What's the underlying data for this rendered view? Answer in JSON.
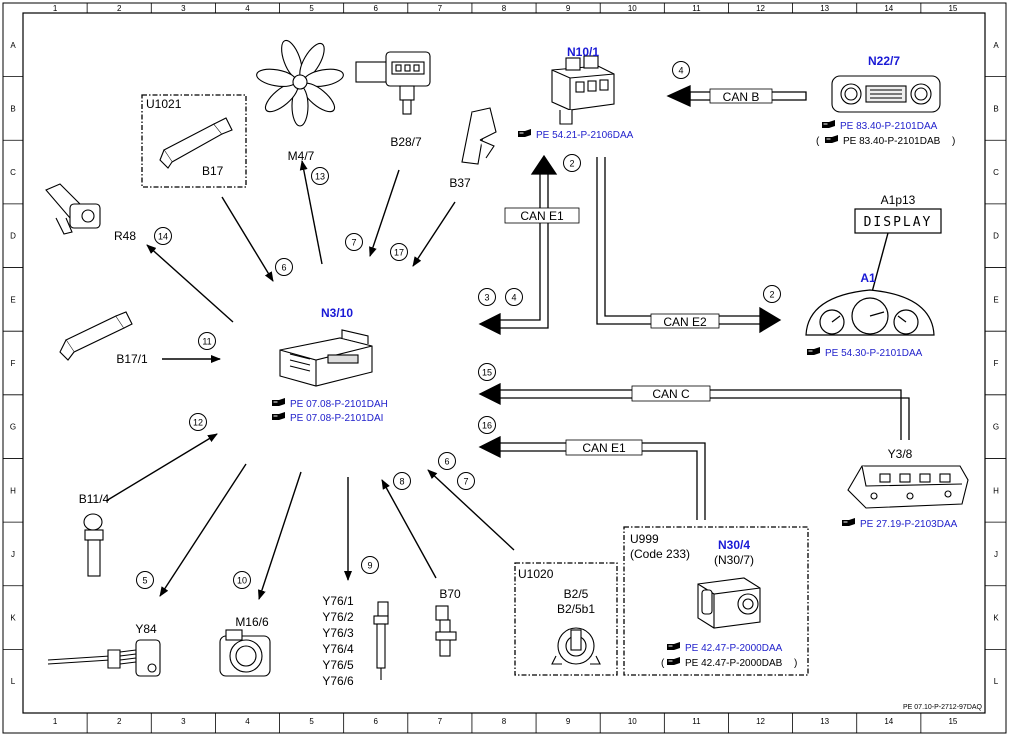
{
  "ruler": {
    "cols": [
      "1",
      "2",
      "3",
      "4",
      "5",
      "6",
      "7",
      "8",
      "9",
      "10",
      "11",
      "12",
      "13",
      "14",
      "15"
    ],
    "rows": [
      "A",
      "B",
      "C",
      "D",
      "E",
      "F",
      "G",
      "H",
      "J",
      "K",
      "L"
    ]
  },
  "footer_ref": "PE 07.10-P-2712-97DAQ",
  "icon_ref_marker": "ref-book-icon",
  "components": {
    "n3_10": {
      "label": "N3/10",
      "ref1": "PE 07.08-P-2101DAH",
      "ref2": "PE 07.08-P-2101DAI"
    },
    "n10_1": {
      "label": "N10/1",
      "ref": "PE 54.21-P-2106DAA"
    },
    "n22_7": {
      "label": "N22/7",
      "ref1": "PE 83.40-P-2101DAA",
      "ref2": "PE 83.40-P-2101DAB"
    },
    "a1": {
      "label": "A1",
      "ref": "PE 54.30-P-2101DAA"
    },
    "a1p13": {
      "label": "A1p13",
      "display": "DISPLAY"
    },
    "y3_8": {
      "label": "Y3/8",
      "ref": "PE 27.19-P-2103DAA"
    },
    "n30_4": {
      "label": "N30/4",
      "sub": "(N30/7)",
      "ref1": "PE 42.47-P-2000DAA",
      "ref2": "PE 42.47-P-2000DAB"
    },
    "u999": {
      "label": "U999",
      "code": "(Code 233)"
    },
    "u1020": {
      "label": "U1020",
      "b2_5": "B2/5",
      "b2_5b1": "B2/5b1"
    },
    "u1021": {
      "label": "U1021",
      "b17": "B17"
    },
    "m4_7": {
      "label": "M4/7"
    },
    "b28_7": {
      "label": "B28/7"
    },
    "b37": {
      "label": "B37"
    },
    "r48": {
      "label": "R48"
    },
    "b17_1": {
      "label": "B17/1"
    },
    "b11_4": {
      "label": "B11/4"
    },
    "y84": {
      "label": "Y84"
    },
    "m16_6": {
      "label": "M16/6"
    },
    "y76": {
      "labels": [
        "Y76/1",
        "Y76/2",
        "Y76/3",
        "Y76/4",
        "Y76/5",
        "Y76/6"
      ]
    },
    "b70": {
      "label": "B70"
    }
  },
  "buses": {
    "can_b": "CAN B",
    "can_e1_top": "CAN E1",
    "can_e2": "CAN E2",
    "can_c": "CAN C",
    "can_e1_bottom": "CAN E1"
  },
  "signals": {
    "s4_canb": "4",
    "s2_n10": "2",
    "s3": "3",
    "s4": "4",
    "s2_a1": "2",
    "s15": "15",
    "s16": "16",
    "s6_b17": "6",
    "s13": "13",
    "s7_b28": "7",
    "s17": "17",
    "s14": "14",
    "s11": "11",
    "s12": "12",
    "s5": "5",
    "s10": "10",
    "s9": "9",
    "s8": "8",
    "s6_u": "6",
    "s7_u": "7"
  }
}
